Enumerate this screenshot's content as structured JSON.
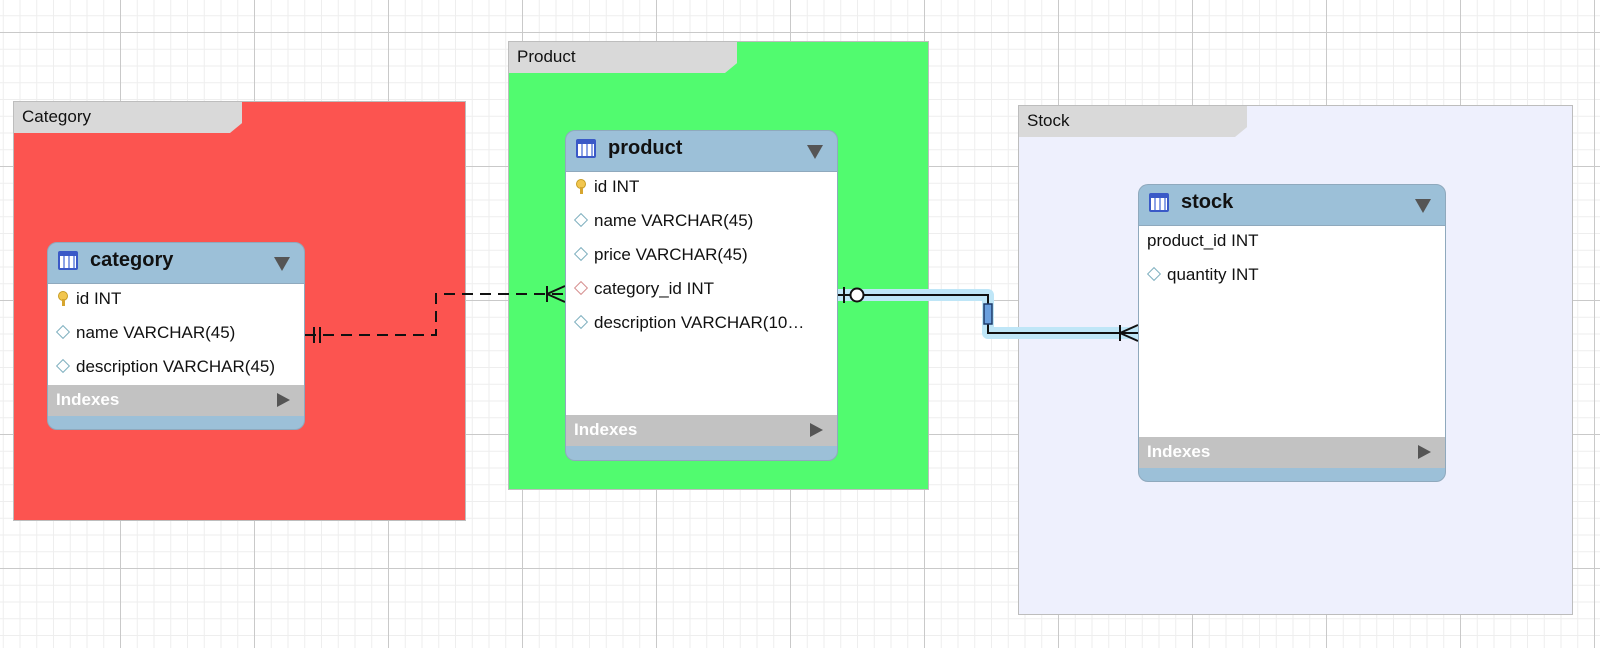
{
  "layers": [
    {
      "id": "category",
      "title": "Category",
      "color": "#fc5450"
    },
    {
      "id": "product",
      "title": "Product",
      "color": "#51fb6f"
    },
    {
      "id": "stock",
      "title": "Stock",
      "color": "#eef0fd"
    }
  ],
  "tables": {
    "category": {
      "name": "category",
      "columns": [
        {
          "label": "id INT",
          "icon": "primary-key-icon"
        },
        {
          "label": "name VARCHAR(45)",
          "icon": "column-diamond-icon"
        },
        {
          "label": "description VARCHAR(45)",
          "icon": "column-diamond-icon"
        }
      ],
      "indexes_label": "Indexes"
    },
    "product": {
      "name": "product",
      "columns": [
        {
          "label": "id INT",
          "icon": "primary-key-icon"
        },
        {
          "label": "name VARCHAR(45)",
          "icon": "column-diamond-icon"
        },
        {
          "label": "price VARCHAR(45)",
          "icon": "column-diamond-icon"
        },
        {
          "label": "category_id INT",
          "icon": "foreign-key-diamond-icon"
        },
        {
          "label": "description VARCHAR(10…",
          "icon": "column-diamond-icon"
        }
      ],
      "indexes_label": "Indexes"
    },
    "stock": {
      "name": "stock",
      "columns": [
        {
          "label": "product_id INT",
          "icon": ""
        },
        {
          "label": "quantity INT",
          "icon": "column-diamond-icon"
        }
      ],
      "indexes_label": "Indexes"
    }
  },
  "relationships": [
    {
      "from": "category",
      "to": "product",
      "style": "dashed",
      "from_cardinality": "one",
      "to_cardinality": "one-or-many"
    },
    {
      "from": "product",
      "to": "stock",
      "style": "solid",
      "highlighted": true,
      "from_cardinality": "zero-or-one",
      "to_cardinality": "one-or-many"
    }
  ]
}
